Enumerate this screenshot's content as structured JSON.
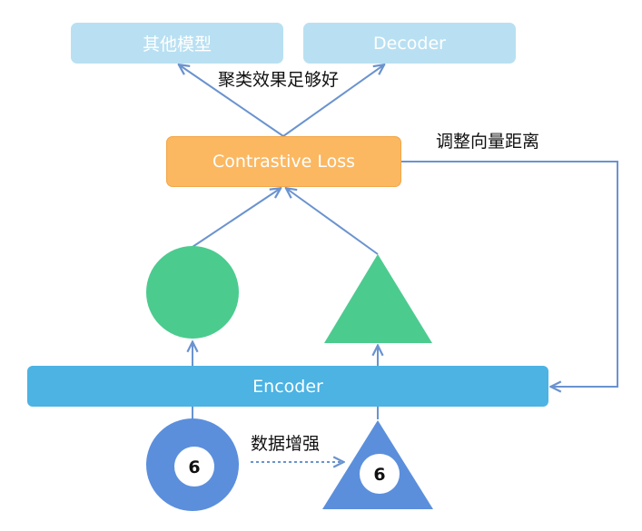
{
  "diagram": {
    "other_models_label": "其他模型",
    "decoder_label": "Decoder",
    "cluster_label": "聚类效果足够好",
    "loss_label": "Contrastive Loss",
    "adjust_label": "调整向量距离",
    "encoder_label": "Encoder",
    "augment_label": "数据增强",
    "digit": "6"
  },
  "colors": {
    "top_box": "#b9e0f2",
    "loss_box": "#fbb861",
    "encoder_bar": "#4cb3e3",
    "embedding_green": "#4ccb8f",
    "input_blue": "#5b8fdc",
    "arrow": "#6a93cf"
  }
}
